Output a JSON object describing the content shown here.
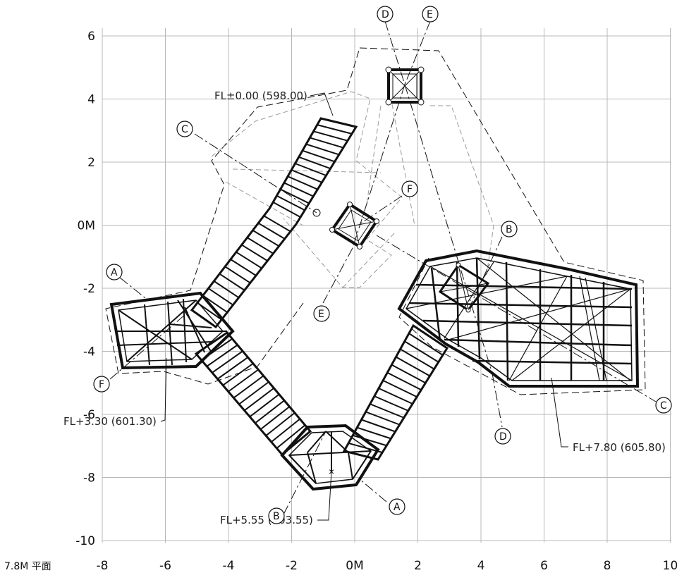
{
  "drawing": {
    "title": "7.8M 平面",
    "x_ticks": [
      "-8",
      "-6",
      "-4",
      "-2",
      "0M",
      "2",
      "4",
      "6",
      "8",
      "10"
    ],
    "y_ticks": [
      "6",
      "4",
      "2",
      "0M",
      "-2",
      "-4",
      "-6",
      "-8",
      "-10"
    ],
    "levels": [
      {
        "id": "lvl-000",
        "text": "FL±0.00 (598.00)"
      },
      {
        "id": "lvl-330",
        "text": "FL+3.30 (601.30)"
      },
      {
        "id": "lvl-555",
        "text": "FL+5.55 (603.55)"
      },
      {
        "id": "lvl-780",
        "text": "FL+7.80 (605.80)"
      }
    ],
    "bubbles": [
      "A",
      "B",
      "C",
      "D",
      "E",
      "F"
    ]
  }
}
